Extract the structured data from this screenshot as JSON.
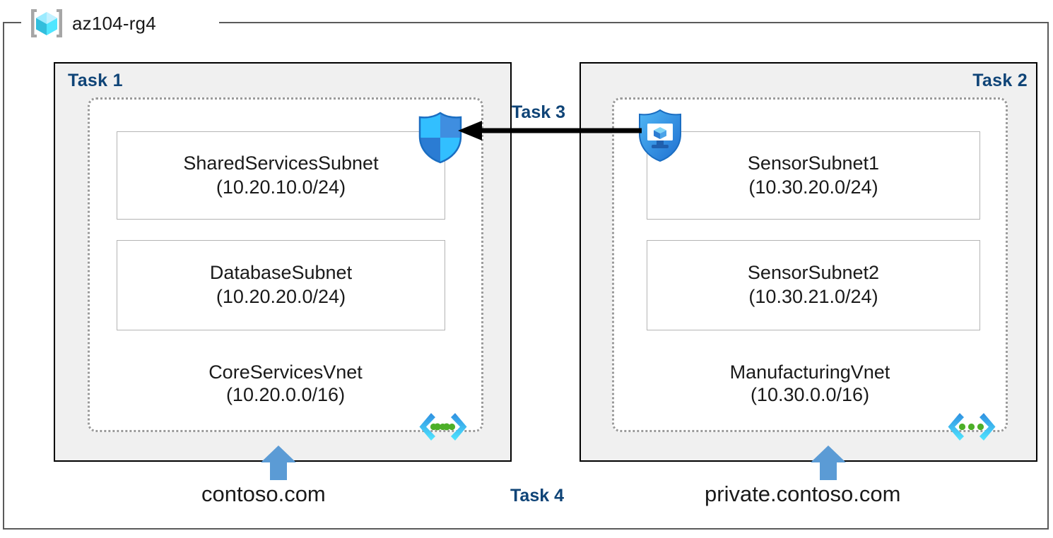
{
  "resource_group": {
    "name": "az104-rg4",
    "icon": "azure-resource-group-cube-icon"
  },
  "tasks": {
    "task1_label": "Task 1",
    "task2_label": "Task 2",
    "task3_label": "Task 3",
    "task4_label": "Task 4"
  },
  "vnets": [
    {
      "id": "core-services",
      "task": "Task 1",
      "name": "CoreServicesVnet",
      "cidr": "(10.20.0.0/16)",
      "icon": "virtual-network-icon",
      "subnets": [
        {
          "name": "SharedServicesSubnet",
          "cidr": "(10.20.10.0/24)"
        },
        {
          "name": "DatabaseSubnet",
          "cidr": "(10.20.20.0/24)"
        }
      ],
      "dns_zone": "contoso.com"
    },
    {
      "id": "manufacturing",
      "task": "Task 2",
      "name": "ManufacturingVnet",
      "cidr": "(10.30.0.0/16)",
      "icon": "virtual-network-icon",
      "subnets": [
        {
          "name": "SensorSubnet1",
          "cidr": "(10.30.20.0/24)"
        },
        {
          "name": "SensorSubnet2",
          "cidr": "(10.30.21.0/24)"
        }
      ],
      "dns_zone": "private.contoso.com"
    }
  ],
  "icons": {
    "nsg": "network-security-group-shield-icon",
    "asg": "application-security-group-shield-icon",
    "peering_arrow": "peering-arrow-left-icon",
    "dns_arrow": "dns-up-arrow-icon"
  },
  "colors": {
    "task_label": "#0f4477",
    "task_box_fill": "#f0f0f0",
    "task_box_border": "#000000",
    "vnet_dotted_border": "#9a9a9a",
    "subnet_border": "#b4b4b4",
    "rg_frame_border": "#5a5a5a",
    "dns_arrow_blue": "#5b9bd5",
    "cube_cyan": "#50e6ff",
    "vnet_icon_green": "#4caf29"
  }
}
